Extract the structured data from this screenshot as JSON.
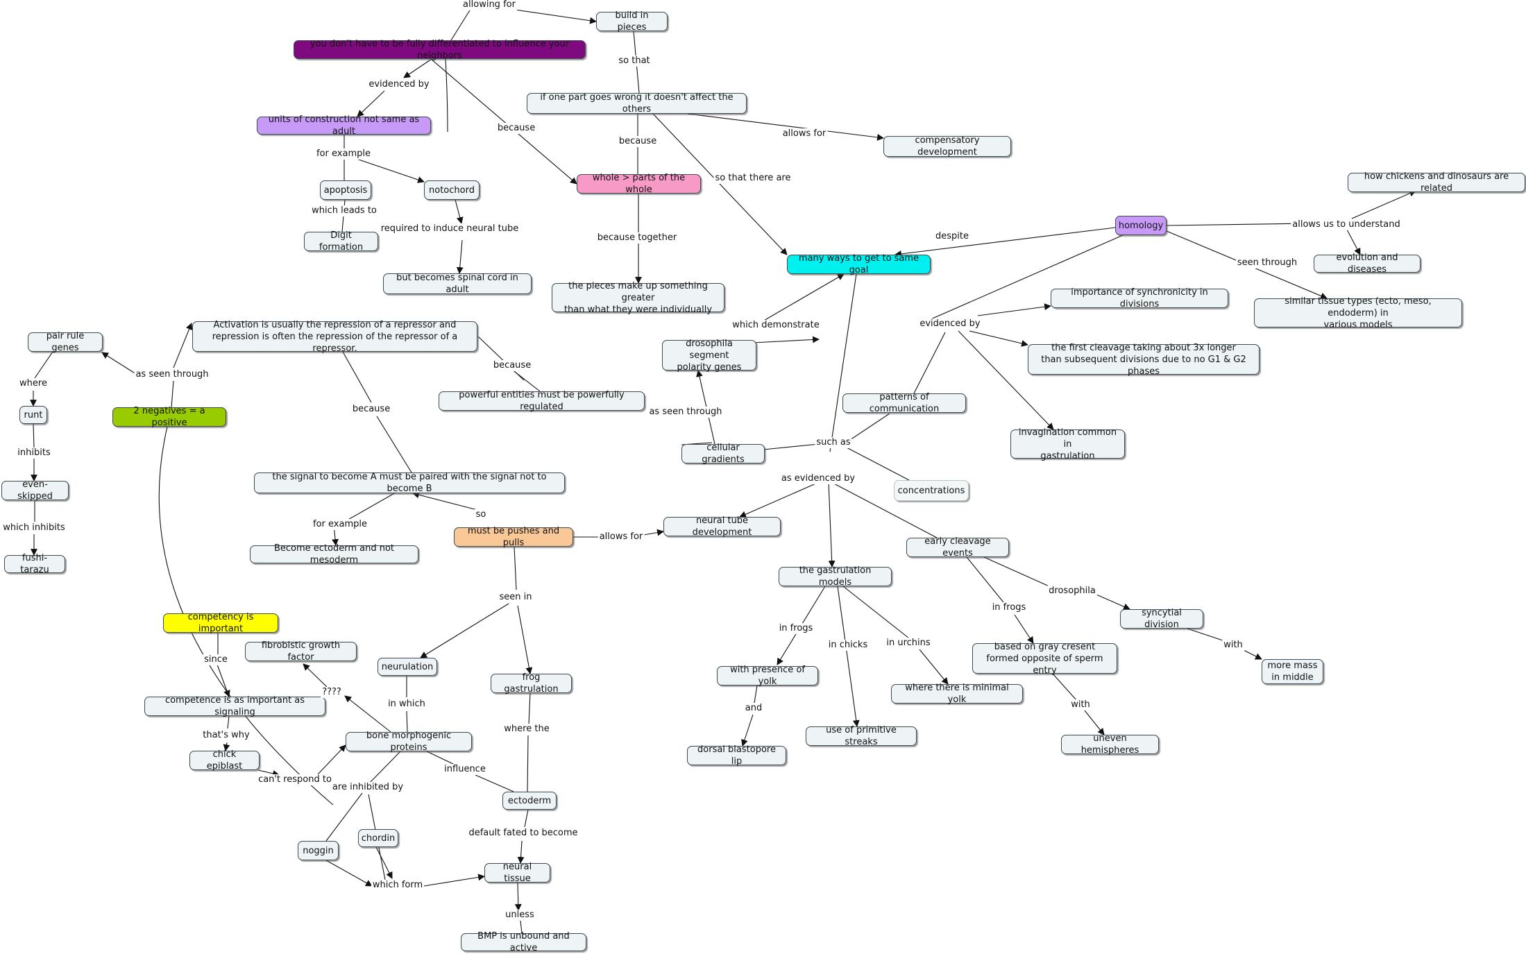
{
  "nodes": [
    {
      "id": "fully_diff",
      "text": "you don't have to be fully differentiated to influence your neighbors",
      "bg": "#7f0a7f",
      "fg": "#111111"
    },
    {
      "id": "build_pieces",
      "text": "build in pieces"
    },
    {
      "id": "one_part",
      "text": "if one part goes wrong it doesn't affect the others"
    },
    {
      "id": "compensatory",
      "text": "compensatory development"
    },
    {
      "id": "units",
      "text": "units of construction not same as adult",
      "bg": "#c79af8"
    },
    {
      "id": "apoptosis",
      "text": "apoptosis"
    },
    {
      "id": "notochord",
      "text": "notochord"
    },
    {
      "id": "digit",
      "text": "Digit formation"
    },
    {
      "id": "spinal",
      "text": "but becomes spinal cord in adult"
    },
    {
      "id": "whole",
      "text": "whole > parts of the whole",
      "bg": "#f79ac6"
    },
    {
      "id": "pieces_make",
      "text": "the pieces make up something greater\nthan what they were individually"
    },
    {
      "id": "many_ways",
      "text": "many ways to get to same goal",
      "bg": "#00f0f0"
    },
    {
      "id": "homology",
      "text": "homology",
      "bg": "#c79af8"
    },
    {
      "id": "chickens",
      "text": "how chickens and dinosaurs are related"
    },
    {
      "id": "evolution",
      "text": "evolution and diseases"
    },
    {
      "id": "similar_tissue",
      "text": "similar tissue types (ecto, meso, endoderm) in\nvarious models"
    },
    {
      "id": "sync",
      "text": "importance of synchronicity in divisions"
    },
    {
      "id": "first_cleavage",
      "text": "the first cleavage taking about 3x longer\nthan subsequent divisions due to no G1 & G2 phases"
    },
    {
      "id": "invagination",
      "text": "invagination common in\ngastrulation"
    },
    {
      "id": "patterns",
      "text": "patterns of communication"
    },
    {
      "id": "drosophila_seg",
      "text": "drosophila segment\npolarity genes"
    },
    {
      "id": "cell_grad",
      "text": "cellular gradients"
    },
    {
      "id": "concentrations",
      "text": "concentrations",
      "bg": "#f4f7f8",
      "border": "#b9c2c6"
    },
    {
      "id": "pair_rule",
      "text": "pair rule genes"
    },
    {
      "id": "runt",
      "text": "runt"
    },
    {
      "id": "even_skipped",
      "text": "even-skipped"
    },
    {
      "id": "fushi",
      "text": "fushi-tarazu"
    },
    {
      "id": "two_neg",
      "text": "2 negatives = a positive",
      "bg": "#99cc00"
    },
    {
      "id": "activation",
      "text": "Activation is usually the repression of a repressor and\nrepression is often the repression of the repressor of a repressor."
    },
    {
      "id": "powerful",
      "text": "powerful entities must be powerfully regulated"
    },
    {
      "id": "signal",
      "text": "the signal to become A must be paired with the signal not to become B"
    },
    {
      "id": "ectoderm_not",
      "text": "Become ectoderm and not mesoderm"
    },
    {
      "id": "pushes",
      "text": "must be pushes and pulls",
      "bg": "#f9c896"
    },
    {
      "id": "neural_tube_dev",
      "text": "neural tube development"
    },
    {
      "id": "competency",
      "text": "competency is important",
      "bg": "#ffff00"
    },
    {
      "id": "fgf",
      "text": "fibroblstic growth factor"
    },
    {
      "id": "competence_sig",
      "text": "competence is as important as signaling"
    },
    {
      "id": "chick_epi",
      "text": "chick epiblast"
    },
    {
      "id": "neurulation",
      "text": "neurulation"
    },
    {
      "id": "frog_gast",
      "text": "frog gastrulation"
    },
    {
      "id": "bmp",
      "text": "bone morphogenic proteins"
    },
    {
      "id": "noggin",
      "text": "noggin"
    },
    {
      "id": "chordin",
      "text": "chordin"
    },
    {
      "id": "ectoderm",
      "text": "ectoderm"
    },
    {
      "id": "neural_tissue",
      "text": "neural tissue"
    },
    {
      "id": "bmp_unbound",
      "text": "BMP is unbound and active"
    },
    {
      "id": "gast_models",
      "text": "the gastrulation models"
    },
    {
      "id": "yolk",
      "text": "with presence of yolk"
    },
    {
      "id": "dorsal",
      "text": "dorsal blastopore lip"
    },
    {
      "id": "streaks",
      "text": "use of primitive streaks"
    },
    {
      "id": "minimal_yolk",
      "text": "where there is minimal yolk"
    },
    {
      "id": "early_cleavage",
      "text": "early cleavage events"
    },
    {
      "id": "gray_crescent",
      "text": "based on gray cresent\nformed opposite of sperm entry"
    },
    {
      "id": "uneven",
      "text": "uneven hemispheres"
    },
    {
      "id": "syncytial",
      "text": "syncytial division"
    },
    {
      "id": "more_mass",
      "text": "more mass\nin middle"
    }
  ],
  "labels": [
    {
      "id": "allowing_for",
      "text": "allowing for"
    },
    {
      "id": "so_that1",
      "text": "so that"
    },
    {
      "id": "allows_for1",
      "text": "allows for"
    },
    {
      "id": "because_one",
      "text": "because"
    },
    {
      "id": "so_that_there",
      "text": "so that there are"
    },
    {
      "id": "evidenced_by1",
      "text": "evidenced by"
    },
    {
      "id": "because_whole",
      "text": "because"
    },
    {
      "id": "for_example1",
      "text": "for example"
    },
    {
      "id": "which_leads",
      "text": "which leads to"
    },
    {
      "id": "required",
      "text": "required to induce neural tube"
    },
    {
      "id": "because_together",
      "text": "because together"
    },
    {
      "id": "despite",
      "text": "despite"
    },
    {
      "id": "allows_understand",
      "text": "allows us to understand"
    },
    {
      "id": "seen_through",
      "text": "seen through"
    },
    {
      "id": "evidenced_by2",
      "text": "evidenced by"
    },
    {
      "id": "which_demonstrate",
      "text": "which demonstrate"
    },
    {
      "id": "as_seen_through1",
      "text": "as seen through"
    },
    {
      "id": "such_as",
      "text": "such as"
    },
    {
      "id": "as_evidenced_by",
      "text": "as evidenced by"
    },
    {
      "id": "where1",
      "text": "where"
    },
    {
      "id": "inhibits",
      "text": "inhibits"
    },
    {
      "id": "which_inhibits",
      "text": "which inhibits"
    },
    {
      "id": "as_seen_through2",
      "text": "as seen through"
    },
    {
      "id": "because_powerful",
      "text": "because"
    },
    {
      "id": "because_signal",
      "text": "because"
    },
    {
      "id": "for_example2",
      "text": "for example"
    },
    {
      "id": "so2",
      "text": "so"
    },
    {
      "id": "allows_for2",
      "text": "allows for"
    },
    {
      "id": "seen_in",
      "text": "seen in"
    },
    {
      "id": "since",
      "text": "since"
    },
    {
      "id": "thats_why",
      "text": "that's why"
    },
    {
      "id": "qqqq",
      "text": "????"
    },
    {
      "id": "cant_respond",
      "text": "can't respond to"
    },
    {
      "id": "in_which",
      "text": "in which"
    },
    {
      "id": "where_the",
      "text": "where the"
    },
    {
      "id": "influence",
      "text": "influence"
    },
    {
      "id": "inhibited_by",
      "text": "are inhibited by"
    },
    {
      "id": "which_form",
      "text": "which form"
    },
    {
      "id": "default_fated",
      "text": "default fated to become"
    },
    {
      "id": "unless",
      "text": "unless"
    },
    {
      "id": "in_frogs1",
      "text": "in frogs"
    },
    {
      "id": "and1",
      "text": "and"
    },
    {
      "id": "in_chicks",
      "text": "in chicks"
    },
    {
      "id": "in_urchins",
      "text": "in urchins"
    },
    {
      "id": "in_frogs2",
      "text": "in frogs"
    },
    {
      "id": "with1",
      "text": "with"
    },
    {
      "id": "drosophila",
      "text": "drosophila"
    },
    {
      "id": "with2",
      "text": "with"
    }
  ],
  "colors": {
    "line": "#111111",
    "node_bg": "#eef3f5",
    "node_border": "#3c4a52"
  }
}
